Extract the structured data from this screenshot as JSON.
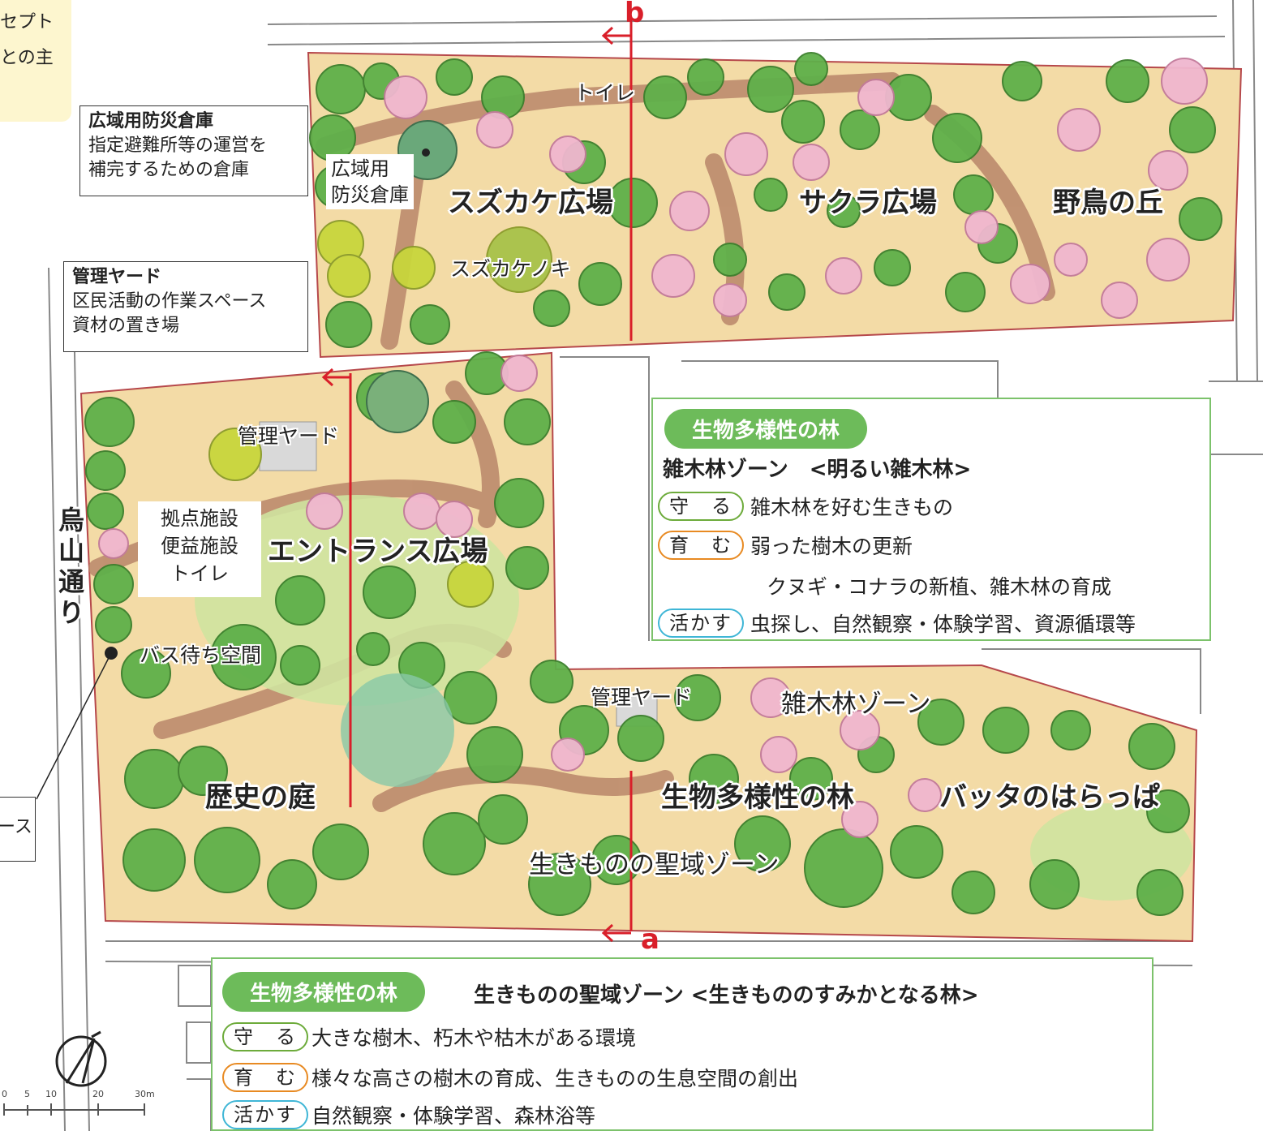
{
  "corner_note": {
    "line1": "セプト",
    "line2": "との主"
  },
  "boxes": {
    "bosai": {
      "title": "広域用防災倉庫",
      "line1": "指定避難所等の運営を",
      "line2": "補完するための倉庫"
    },
    "kanri": {
      "title": "管理ヤード",
      "line1": "区民活動の作業スペース",
      "line2": "資材の置き場"
    },
    "bus_fragment": "ース"
  },
  "map_labels": {
    "bosai_small_1": "広域用",
    "bosai_small_2": "防災倉庫",
    "toilet_top": "トイレ",
    "suzukake_hiroba": "スズカケ広場",
    "sakura_hiroba": "サクラ広場",
    "yacho_oka": "野鳥の丘",
    "suzukakenoki": "スズカケノキ",
    "kanri_yard_1": "管理ヤード",
    "kyoten_1": "拠点施設",
    "kyoten_2": "便益施設",
    "kyoten_3": "トイレ",
    "entrance": "エントランス広場",
    "bus": "バス待ち空間",
    "road_name": [
      "烏",
      "山",
      "通",
      "り"
    ],
    "kanri_yard_2": "管理ヤード",
    "zokibayashi_zone": "雑木林ゾーン",
    "rekishi": "歴史の庭",
    "seibutsu": "生物多様性の林",
    "batta": "バッタのはらっぱ",
    "seiiki": "生きものの聖域ゾーン",
    "section_b": "b",
    "section_a": "a"
  },
  "panel_upper": {
    "pill": "生物多様性の林",
    "subtitle": "雑木林ゾーン　<明るい雑木林>",
    "rows": [
      {
        "tag": "守　る",
        "color": "green",
        "text": "雑木林を好む生きもの"
      },
      {
        "tag": "育　む",
        "color": "orange",
        "text": "弱った樹木の更新"
      },
      {
        "tag": "",
        "color": "",
        "text": "クヌギ・コナラの新植、雑木林の育成"
      },
      {
        "tag": "活かす",
        "color": "blue",
        "text": "虫探し、自然観察・体験学習、資源循環等"
      }
    ]
  },
  "panel_lower": {
    "pill": "生物多様性の林",
    "subtitle": "生きものの聖域ゾーン <生きもののすみかとなる林>",
    "rows": [
      {
        "tag": "守　る",
        "color": "green",
        "text": "大きな樹木、朽木や枯木がある環境"
      },
      {
        "tag": "育　む",
        "color": "orange",
        "text": "様々な高さの樹木の育成、生きものの生息空間の創出"
      },
      {
        "tag": "活かす",
        "color": "blue",
        "text": "自然観察・体験学習、森林浴等"
      }
    ]
  },
  "scale_bar": {
    "ticks": [
      "0",
      "5",
      "10",
      "20",
      "30m"
    ]
  },
  "colors": {
    "sand": "#f3dba6",
    "path": "#b9866a",
    "lawn": "#cfe3a0",
    "tree_green": "#5fb04a",
    "tree_pink": "#f0b7cf",
    "section_line": "#d91f2a",
    "panel_border": "#7cc26b"
  }
}
